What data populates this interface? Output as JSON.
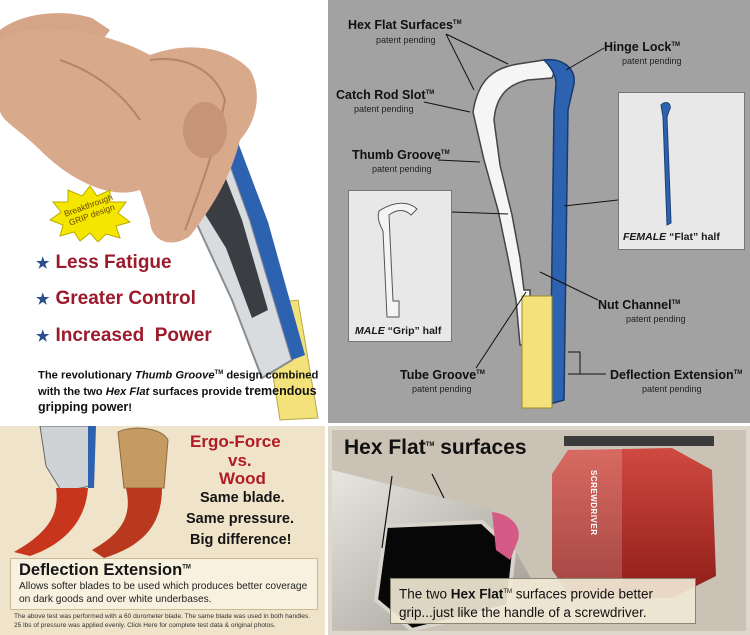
{
  "top_left": {
    "burst_line1": "Breakthrough",
    "burst_line2": "GRIP design",
    "bullets": [
      "Less Fatigue",
      "Greater Control",
      "Increased  Power"
    ],
    "desc_pre": "The revolutionary ",
    "desc_thumb": "Thumb Groove",
    "desc_tm": "TM",
    "desc_mid1": " design combined with the two ",
    "desc_hex": "Hex Flat",
    "desc_mid2": " surfaces provide ",
    "desc_strong": "tremendous gripping power",
    "desc_end": "!"
  },
  "top_right": {
    "labels": {
      "hex_flat": "Hex Flat Surfaces",
      "hinge_lock": "Hinge Lock",
      "catch_rod": "Catch Rod Slot",
      "thumb_groove": "Thumb Groove",
      "nut_channel": "Nut Channel",
      "tube_groove": "Tube Groove",
      "deflection": "Deflection Extension"
    },
    "tm": "TM",
    "patent": "patent pending",
    "female_caption": "FEMALE",
    "female_rest": " “Flat” half",
    "male_caption": "MALE",
    "male_rest": " “Grip” half"
  },
  "bottom_left": {
    "title1": "Ergo-Force",
    "title2": "vs.",
    "title3": "Wood",
    "lines": [
      "Same blade.",
      "Same pressure.",
      "Big difference!"
    ],
    "box_title": "Deflection Extension",
    "box_tm": "TM",
    "box_body": "Allows softer blades to be used which produces better coverage on dark goods and over white underbases.",
    "footnote": "The above test was performed with a 60 durometer blade. The same blade was used in both handles. 25 lbs of pressure was applied evenly. Click Here for complete test data & original photos."
  },
  "bottom_right": {
    "title": "Hex Flat",
    "title_tm": "TM",
    "title_rest": " surfaces",
    "screwdriver_label": "SCREWDRIVER",
    "cap_pre": "The two ",
    "cap_hex": "Hex Flat",
    "cap_tm": "TM",
    "cap_rest": " surfaces provide better grip...just like the handle of a screwdriver."
  },
  "colors": {
    "accent_red": "#9b1a2c",
    "star_blue": "#2b4f8c",
    "profile_blue": "#2d62b0",
    "blade_yellow": "#f3e27a",
    "diagram_bg": "#a2a2a2"
  }
}
